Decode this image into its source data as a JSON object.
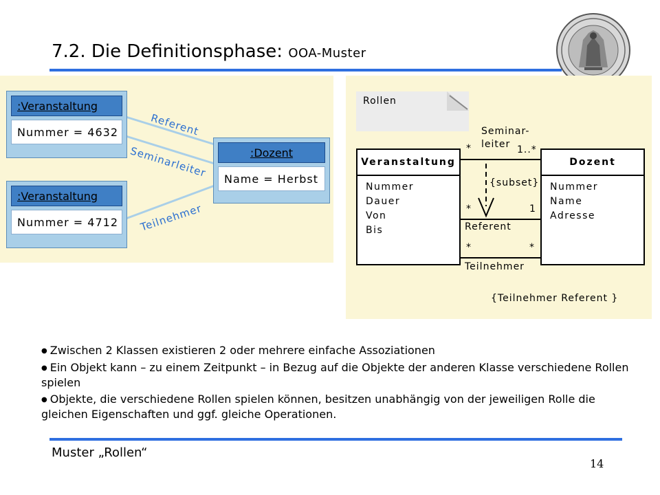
{
  "title": {
    "main": "7.2. Die Definitionsphase: ",
    "sub": "OOA-Muster"
  },
  "object_diagram": {
    "objects": [
      {
        "name": ":Veranstaltung",
        "attr": "Nummer = 4632"
      },
      {
        "name": ":Veranstaltung",
        "attr": "Nummer = 4712"
      },
      {
        "name": ":Dozent",
        "attr": "Name = Herbst"
      }
    ],
    "links": [
      "Referent",
      "Seminarleiter",
      "Teilnehmer"
    ]
  },
  "class_diagram": {
    "note": "Rollen",
    "left_class": {
      "name": "Veranstaltung",
      "attributes": [
        "Nummer",
        "Dauer",
        "Von",
        "Bis"
      ]
    },
    "right_class": {
      "name": "Dozent",
      "attributes": [
        "Nummer",
        "Name",
        "Adresse"
      ]
    },
    "seminarleiter": {
      "role_line1": "Seminar-",
      "role_line2": "leiter",
      "mult_left": "*",
      "mult_right": "1..*"
    },
    "subset": "{subset}",
    "referent": {
      "role": "Referent",
      "mult_left": "*",
      "mult_right": "1"
    },
    "teilnehmer": {
      "role": "Teilnehmer",
      "mult_left": "*",
      "mult_right": "*"
    },
    "constraint": "{Teilnehmer  Referent }",
    "constraint_symbol": ""
  },
  "bullets": [
    "Zwischen 2 Klassen existieren 2 oder mehrere einfache Assoziationen",
    "Ein Objekt kann – zu einem Zeitpunkt – in Bezug auf die Objekte der anderen Klasse verschiedene Rollen spielen",
    "Objekte, die verschiedene Rollen spielen können, besitzen unabhängig von der jeweiligen Rolle die gleichen Eigenschaften und ggf. gleiche Operationen."
  ],
  "footer": "Muster „Rollen“",
  "page_number": "14",
  "colors": {
    "accent_rule": "#2f6fe0",
    "panel_bg": "#fbf6d6",
    "object_head": "#3f7fc5",
    "role_text": "#2b6fd0"
  },
  "icons": {
    "seal": "university-seal-icon"
  }
}
